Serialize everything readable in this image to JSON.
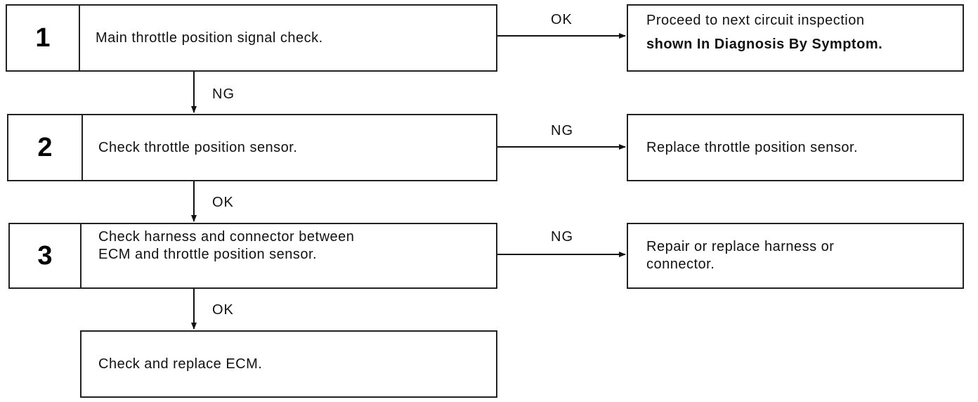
{
  "steps": [
    {
      "number": "1",
      "text": "Main throttle position signal check."
    },
    {
      "number": "2",
      "text": "Check throttle position sensor."
    },
    {
      "number": "3",
      "text_lines": [
        "Check harness and connector between",
        "ECM and throttle position sensor."
      ]
    }
  ],
  "final_box": {
    "text": "Check and replace ECM."
  },
  "results": [
    {
      "line1": "Proceed to next circuit inspection",
      "line2": "shown In Diagnosis By Symptom."
    },
    {
      "line1": "Replace throttle position sensor."
    },
    {
      "line1": "Repair or replace harness or",
      "line2": "connector."
    }
  ],
  "edge_labels": {
    "step1_right": "OK",
    "step1_down": "NG",
    "step2_right": "NG",
    "step2_down": "OK",
    "step3_right": "NG",
    "step3_down": "OK"
  }
}
